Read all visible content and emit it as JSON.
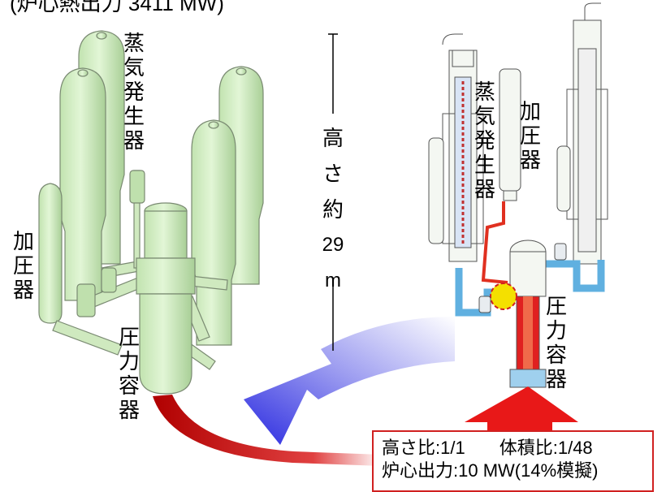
{
  "top_title": "(炉心熱出力 3411 MW)",
  "left_plant": {
    "steam_generator_label": [
      "蒸",
      "気",
      "発",
      "生",
      "器"
    ],
    "pressurizer_label": [
      "加",
      "圧",
      "器"
    ],
    "pressure_vessel_label": [
      "圧",
      "力",
      "容",
      "器"
    ]
  },
  "right_model": {
    "steam_generator_label": [
      "蒸",
      "気",
      "発",
      "生",
      "器"
    ],
    "pressurizer_label": [
      "加",
      "圧",
      "器"
    ],
    "pressure_vessel_label": [
      "圧",
      "力",
      "容",
      "器"
    ]
  },
  "height_note": {
    "chars": [
      "高",
      "さ",
      "約",
      "29",
      "m"
    ]
  },
  "info_box": {
    "height_ratio_label": "高さ比",
    "height_ratio_value": ":1/1",
    "volume_ratio_label": "体積比",
    "volume_ratio_value": ":1/48",
    "core_power_label": "炉心出力",
    "core_power_value": ":10 MW(14%模擬)"
  },
  "colors": {
    "plant_green": "#d6efc6",
    "plant_outline": "#7a8a72",
    "hot_leg_red": "#e03020",
    "cold_leg_blue": "#60b0e0",
    "arrow_blue": "#3030e0",
    "arrow_red": "#c00000",
    "box_border": "#d02020"
  }
}
